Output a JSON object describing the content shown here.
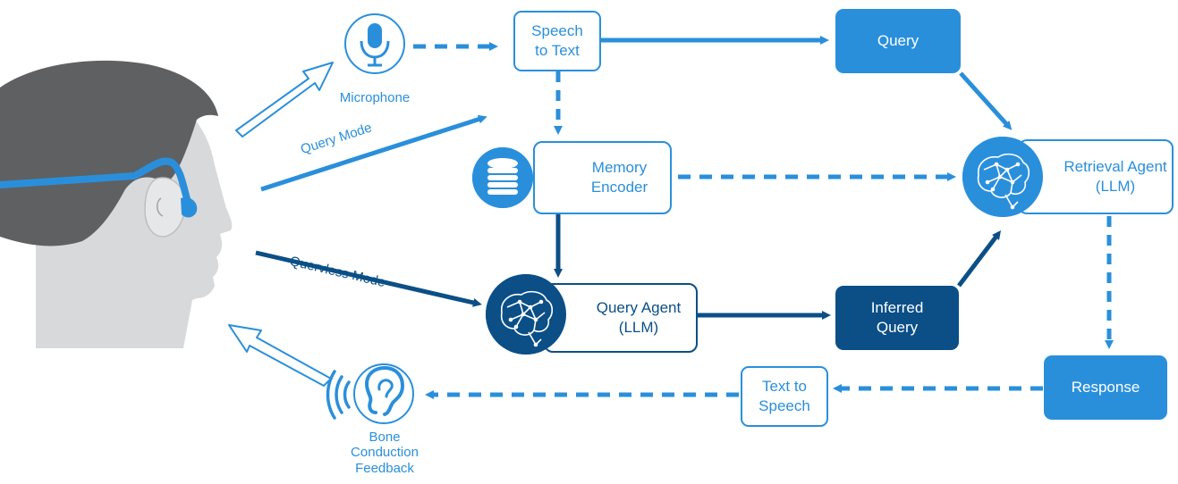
{
  "colors": {
    "light_blue": "#2a8fdb",
    "dark_blue": "#0b4f86",
    "head_gray": "#5f6062",
    "face_gray": "#d8d9da"
  },
  "nodes": {
    "microphone": {
      "label": "Microphone",
      "icon": "microphone-icon"
    },
    "speech_to_text": {
      "label": "Speech\nto Text"
    },
    "query": {
      "label": "Query"
    },
    "memory_encoder": {
      "label": "Memory\nEncoder",
      "icon": "database-icon"
    },
    "retrieval_agent": {
      "label": "Retrieval Agent\n(LLM)",
      "icon": "brain-network-icon"
    },
    "query_agent": {
      "label": "Query Agent\n(LLM)",
      "icon": "brain-network-icon"
    },
    "inferred_query": {
      "label": "Inferred\nQuery"
    },
    "response": {
      "label": "Response"
    },
    "text_to_speech": {
      "label": "Text to\nSpeech"
    },
    "bone_conduction": {
      "label": "Bone\nConduction\nFeedback",
      "icon": "ear-icon"
    }
  },
  "modes": {
    "query_mode": "Query Mode",
    "queryless_mode": "Quervless Mode"
  }
}
